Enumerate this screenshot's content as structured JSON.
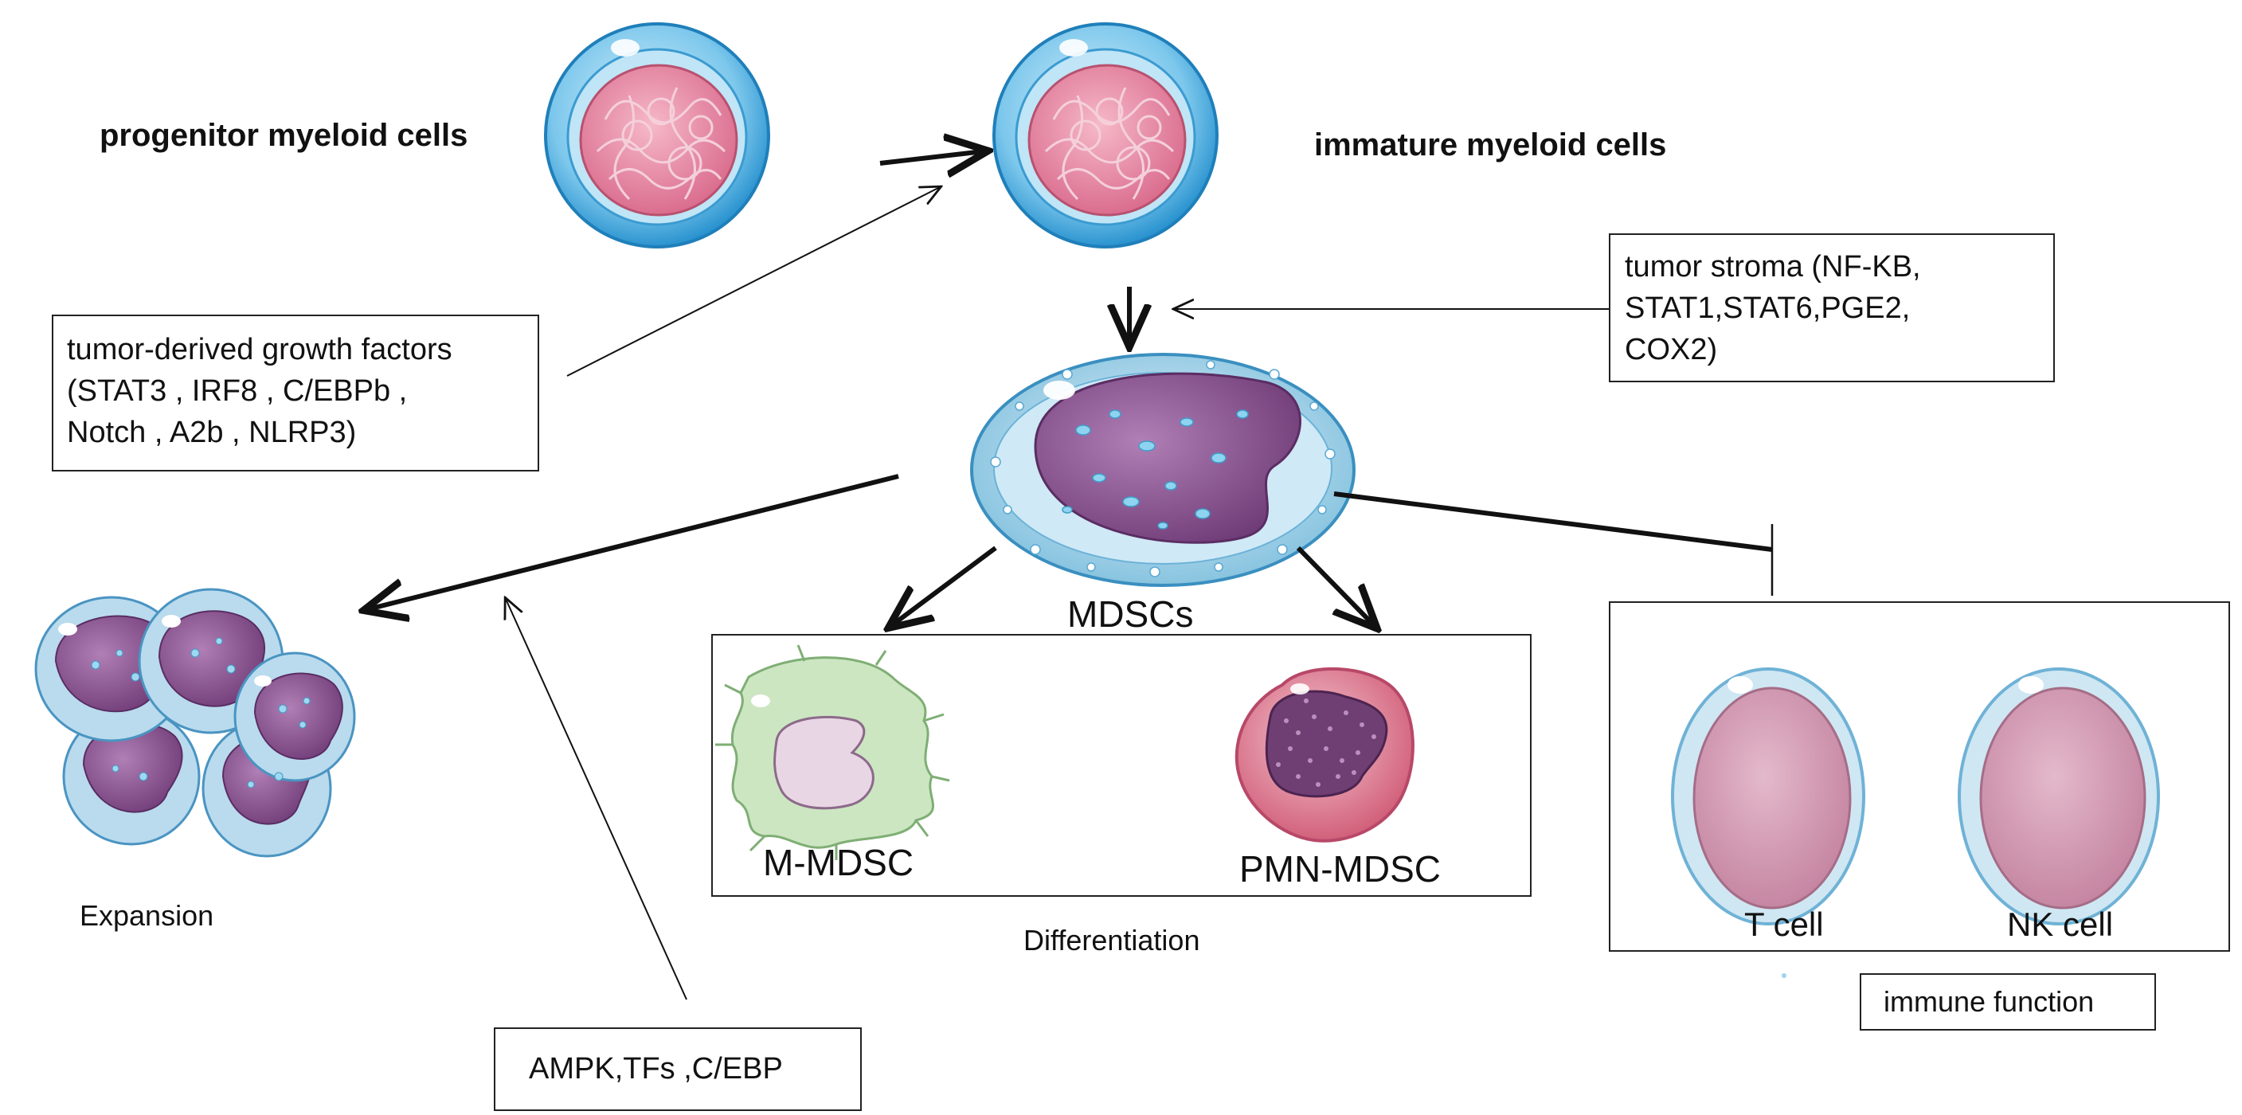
{
  "labels": {
    "progenitor": "progenitor myeloid cells",
    "immature": "immature myeloid cells",
    "mdscs": "MDSCs",
    "expansion": "Expansion",
    "differentiation": "Differentiation",
    "m_mdsc": "M-MDSC",
    "pmn_mdsc": "PMN-MDSC",
    "t_cell": "T cell",
    "nk_cell": "NK cell"
  },
  "boxes": {
    "growth_factors": "tumor-derived growth factors\n(STAT3 ,  IRF8 , C/EBPb ,\nNotch ,  A2b , NLRP3)",
    "tumor_stroma": "tumor stroma (NF-KB,\nSTAT1,STAT6,PGE2,\nCOX2)",
    "ampk": "AMPK,TFs ,C/EBP",
    "immune_function": "immune function"
  },
  "colors": {
    "membrane_blue": "#3fa7de",
    "nucleus_pink": "#e8809c",
    "mdsc_purple": "#8a4e8e",
    "m_mdsc_green": "#c3e2b8",
    "pmn_red": "#d9677e",
    "lymphocyte_pink": "#cf93ad"
  }
}
